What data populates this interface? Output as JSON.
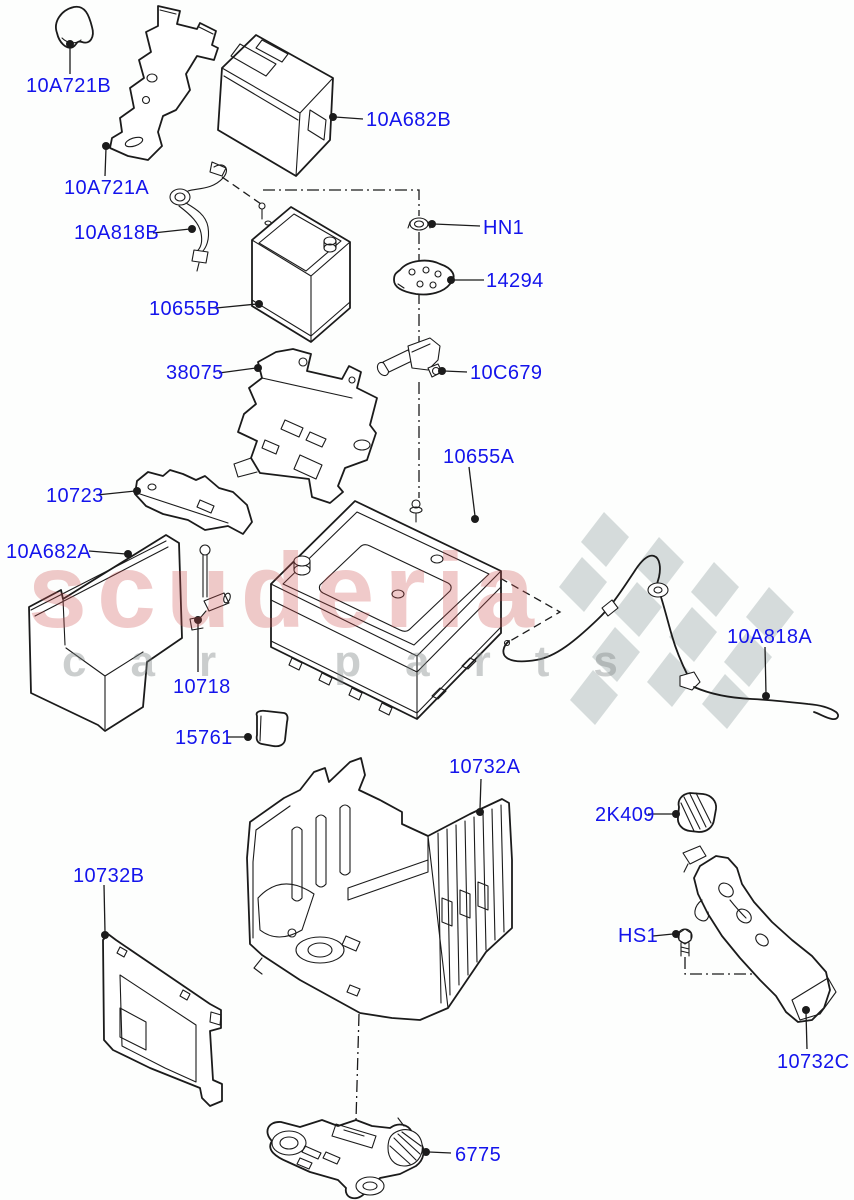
{
  "watermark": {
    "brand": "scuderia",
    "subtitle": "car parts"
  },
  "colors": {
    "label_blue": "#1414ec",
    "watermark_red": "rgba(205,80,80,0.30)",
    "watermark_gray": "rgba(125,132,132,0.40)",
    "checker_gray": "rgba(165,178,178,0.45)",
    "line_ink": "#1b1b1b"
  },
  "part_labels": {
    "p10a721b": "10A721B",
    "p10a721a": "10A721A",
    "p10a818b": "10A818B",
    "p10655b": "10655B",
    "p38075": "38075",
    "p10723": "10723",
    "p10a682a": "10A682A",
    "p10718": "10718",
    "p15761": "15761",
    "p10732b": "10732B",
    "p10a682b": "10A682B",
    "phn1": "HN1",
    "p14294": "14294",
    "p10c679": "10C679",
    "p10655a": "10655A",
    "p10a818a": "10A818A",
    "p10732a": "10732A",
    "p2k409": "2K409",
    "phs1": "HS1",
    "p10732c": "10732C",
    "p6775": "6775"
  }
}
